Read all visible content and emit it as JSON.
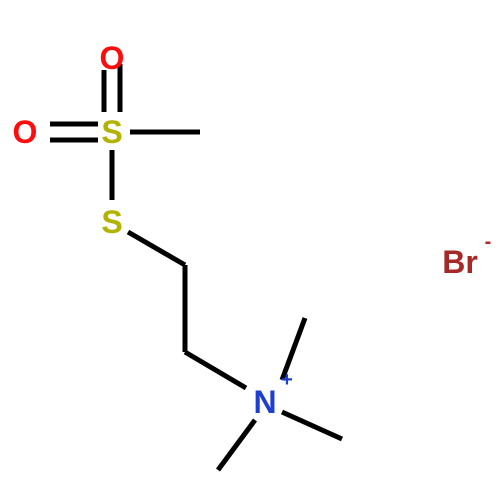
{
  "colors": {
    "oxygen": "#ff0d0d",
    "sulfur": "#b2b200",
    "nitrogen": "#1f3fd1",
    "bromine": "#a62929",
    "bond": "#000000",
    "background": "#ffffff"
  },
  "atoms": {
    "o_top": "O",
    "o_left": "O",
    "s_sulfonyl": "S",
    "s_thio": "S",
    "n_ammonium": "N",
    "n_charge": "+",
    "br_ion": "Br",
    "br_charge": "-"
  }
}
